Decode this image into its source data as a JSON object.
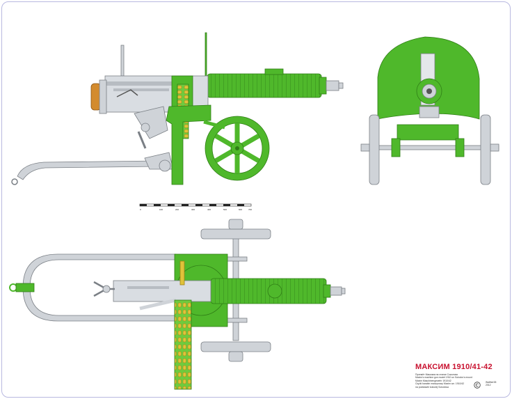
{
  "title": "МАКСИМ 1910/41-42",
  "caption_lines": [
    "Пулемёт Максима на станке Соколова",
    "Maxim's machine gun model 1910 on Sokolov's mount",
    "Maxim Maschinengewehr 1910/42",
    "Ciężki karabin maszynowy Maxim wz. 1910/42",
    "na podstawie kołowej Sokołowa"
  ],
  "author": {
    "name": "Walther38",
    "year": "2012"
  },
  "scale_bar": {
    "labels": [
      "0",
      "100",
      "200",
      "300",
      "400",
      "500",
      "600",
      "700"
    ]
  },
  "colors": {
    "green": "#4fb82b",
    "green_dark": "#2f7d16",
    "metal": "#cfd3d8",
    "brass": "#e0c23a",
    "wood": "#d38b2e",
    "title_red": "#c8102e"
  }
}
